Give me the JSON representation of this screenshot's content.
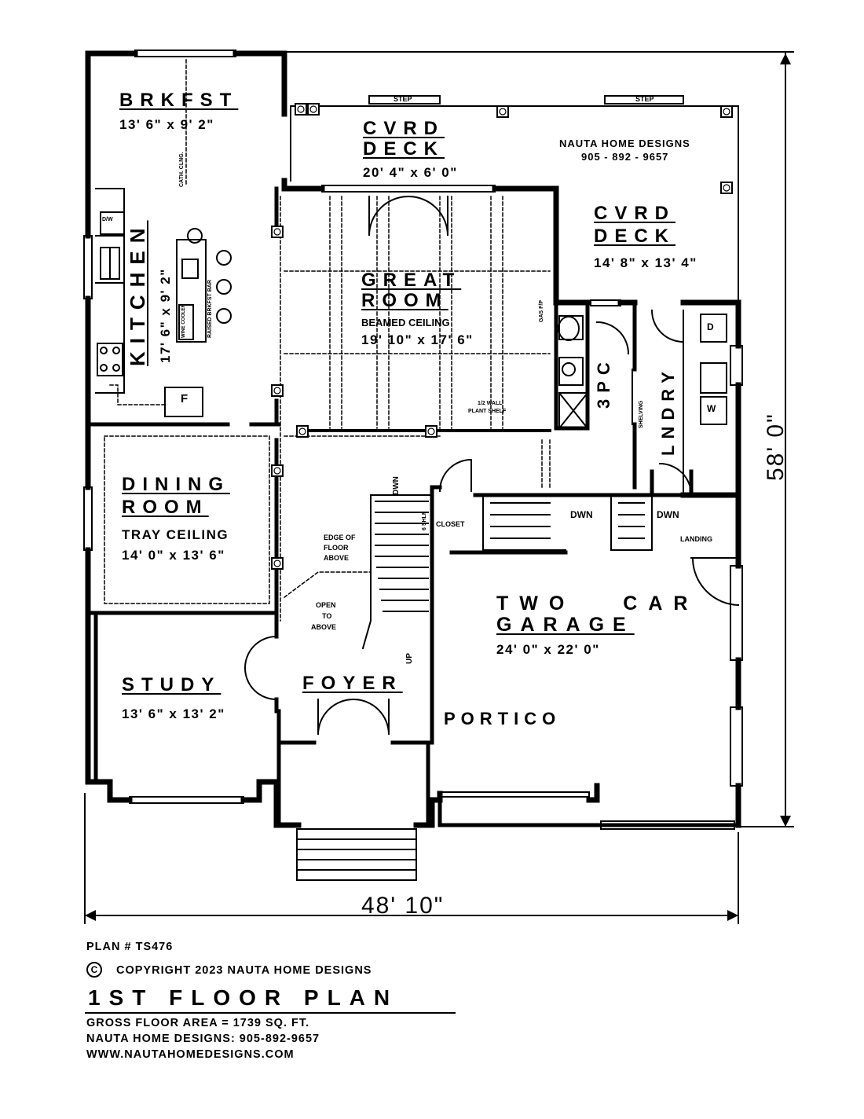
{
  "rooms": {
    "brkfst": {
      "name": "BRKFST",
      "dims": "13' 6\" x 9' 2\"",
      "ceiling_note": "CATH. CLNG."
    },
    "kitchen": {
      "name": "KITCHEN",
      "dims": "17' 6\" x 9' 2\"",
      "dw": "D/W",
      "bar": "RAISED BRKFST BAR",
      "wine": "WINE COOLER",
      "f": "F"
    },
    "cvrd_deck_rear": {
      "name_line1": "CVRD",
      "name_line2": "DECK",
      "dims": "20' 4\" x 6' 0\""
    },
    "cvrd_deck_side": {
      "name_line1": "CVRD",
      "name_line2": "DECK",
      "dims": "14' 8\" x 13' 4\""
    },
    "great_room": {
      "name_line1": "GREAT",
      "name_line2": "ROOM",
      "note": "BEAMED CEILING",
      "dims": "19' 10\" x 17' 6\"",
      "fireplace": "GAS F/P",
      "shelf_line1": "1/2 WALL",
      "shelf_line2": "PLANT SHELF"
    },
    "dining_room": {
      "name_line1": "DINING",
      "name_line2": "ROOM",
      "note": "TRAY CEILING",
      "dims": "14' 0\" x 13' 6\""
    },
    "study": {
      "name": "STUDY",
      "dims": "13' 6\" x 13' 2\""
    },
    "foyer": {
      "name": "FOYER",
      "open_line1": "OPEN",
      "open_line2": "TO",
      "open_line3": "ABOVE",
      "edge_line1": "EDGE OF",
      "edge_line2": "FLOOR",
      "edge_line3": "ABOVE",
      "dwn": "DWN",
      "up": "UP",
      "shlf": "6 SHLF"
    },
    "closet": {
      "name": "CLOSET"
    },
    "bath": {
      "name": "3PC"
    },
    "laundry": {
      "name": "LNDRY",
      "shelving": "SHELVING",
      "d": "D",
      "w": "W"
    },
    "garage": {
      "name_line1": "TWO CAR",
      "name_line2": "GARAGE",
      "dims": "24' 0\" x 22' 0\"",
      "dwn1": "DWN",
      "dwn2": "DWN",
      "landing": "LANDING"
    },
    "portico": {
      "name": "PORTICO"
    }
  },
  "steps": [
    "STEP",
    "STEP"
  ],
  "brand": {
    "name": "NAUTA HOME DESIGNS",
    "phone": "905 - 892 - 9657"
  },
  "dimensions": {
    "width": "48' 10\"",
    "depth": "58' 0\""
  },
  "footer": {
    "plan_number": "PLAN # TS476",
    "copyright_symbol": "C",
    "copyright": "COPYRIGHT 2023 NAUTA HOME DESIGNS",
    "title": "1ST FLOOR PLAN",
    "area": "GROSS  FLOOR AREA   =   1739   SQ. FT.",
    "contact": "NAUTA HOME DESIGNS:  905-892-9657",
    "website": "WWW.NAUTAHOMEDESIGNS.COM"
  }
}
